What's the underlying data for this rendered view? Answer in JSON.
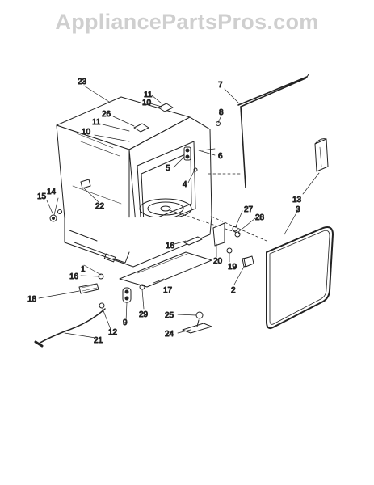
{
  "watermark": "AppliancePartsPros.com",
  "callouts": [
    {
      "id": "23",
      "label": "23"
    },
    {
      "id": "11a",
      "label": "11"
    },
    {
      "id": "10a",
      "label": "10"
    },
    {
      "id": "26",
      "label": "26"
    },
    {
      "id": "11b",
      "label": "11"
    },
    {
      "id": "10b",
      "label": "10"
    },
    {
      "id": "7",
      "label": "7"
    },
    {
      "id": "8",
      "label": "8"
    },
    {
      "id": "6",
      "label": "6"
    },
    {
      "id": "5",
      "label": "5"
    },
    {
      "id": "4",
      "label": "4"
    },
    {
      "id": "15",
      "label": "15"
    },
    {
      "id": "14",
      "label": "14"
    },
    {
      "id": "22",
      "label": "22"
    },
    {
      "id": "13",
      "label": "13"
    },
    {
      "id": "3",
      "label": "3"
    },
    {
      "id": "27",
      "label": "27"
    },
    {
      "id": "28",
      "label": "28"
    },
    {
      "id": "16a",
      "label": "16"
    },
    {
      "id": "20",
      "label": "20"
    },
    {
      "id": "19",
      "label": "19"
    },
    {
      "id": "1",
      "label": "1"
    },
    {
      "id": "16b",
      "label": "16"
    },
    {
      "id": "2",
      "label": "2"
    },
    {
      "id": "18",
      "label": "18"
    },
    {
      "id": "17",
      "label": "17"
    },
    {
      "id": "29",
      "label": "29"
    },
    {
      "id": "9",
      "label": "9"
    },
    {
      "id": "25",
      "label": "25"
    },
    {
      "id": "12",
      "label": "12"
    },
    {
      "id": "24",
      "label": "24"
    },
    {
      "id": "21",
      "label": "21"
    }
  ]
}
